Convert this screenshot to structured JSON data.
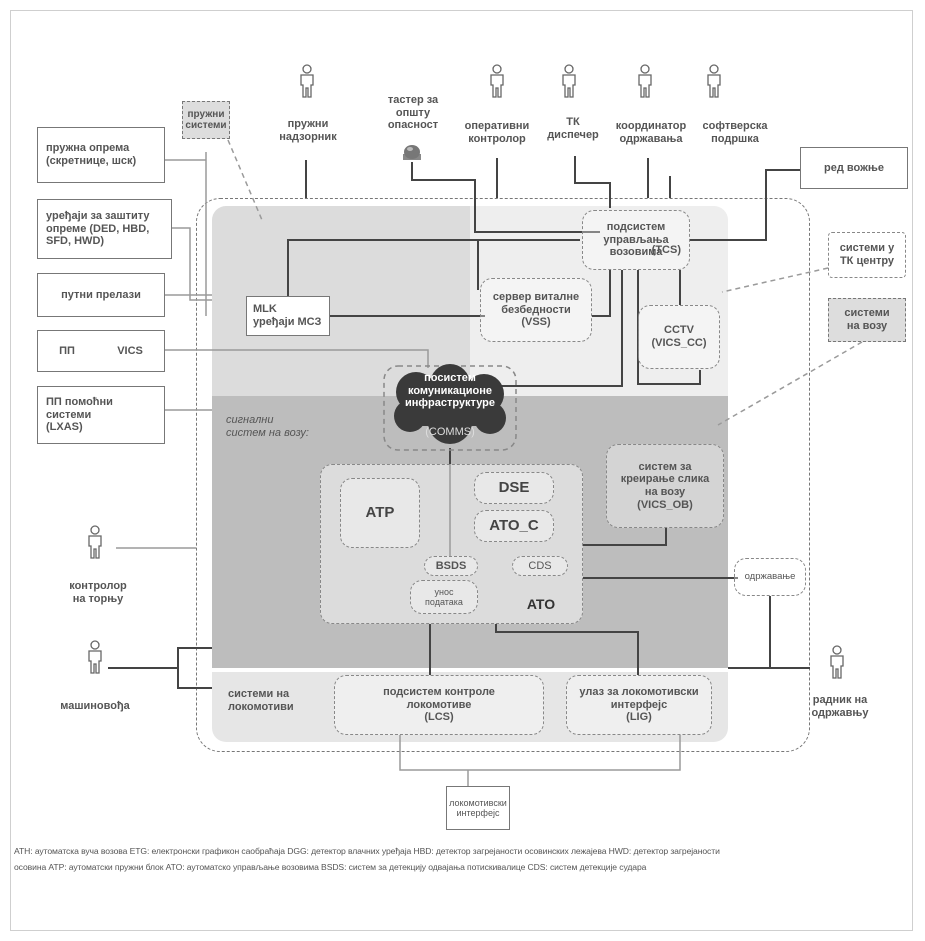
{
  "actors": {
    "signal_supervisor": "пружни\nнадзорник",
    "emergency_button": "тастер за\nопшту\nопасност",
    "operations_controller": "оперативни\nконтролор",
    "tk_dispatcher": "ТК\nдиспечер",
    "maintenance_coordinator": "координатор\nодржавања",
    "software_support": "софтверска\nподршка",
    "tower_controller": "контролор\nна торњу",
    "driver": "машиновођа",
    "maintenance_worker": "радник на\nодржавњу"
  },
  "external": {
    "wayside_systems": "пружни\nсистеми",
    "track_equipment": "пружна опрема\n(скретнице, шск)",
    "protection_devices": "уређаји за заштиту\nопреме (DED, HBD,\nSFD, HWD)",
    "level_crossings": "путни прелази",
    "pp": "ПП",
    "vics": "VICS",
    "pp_aux": "ПП помоћни\nсистеми\n(LXAS)",
    "timetable": "ред вожње",
    "tk_center_systems": "системи у\nТК центру",
    "onboard_systems": "системи\nна возу",
    "loco_interface": "локомотивски\nинтерфејс"
  },
  "components": {
    "mlk_title": "MLK",
    "mlk_sub": "уређаји МСЗ",
    "tcs": "подсистем\nуправљања\nвозовима",
    "tcs_code": "(TCS)",
    "vss": "сервер виталне\nбезбедности\n(VSS)",
    "cctv": "CCTV\n(VICS_CC)",
    "comms": "посистем\nкомуникационе\nинфраструктуре",
    "comms_code": "(COMMS)",
    "onboard_zone_label": "сигнални\nсистем на возу:",
    "atp": "ATP",
    "dse": "DSE",
    "ato_c": "ATO_C",
    "bsds": "BSDS",
    "cds": "CDS",
    "data_entry": "унос\nподатака",
    "ato": "ATO",
    "vics_ob": "систем за\nкреирање слика\nна возу\n(VICS_OB)",
    "maintenance": "одржавање",
    "loco_zone_label": "системи на\nлокомотиви",
    "lcs": "подсистем контроле\nлокомотиве\n(LCS)",
    "lig": "улаз за локомотивски\nинтерфејс\n(LIG)"
  },
  "footnote": {
    "line1": "ATH: аутоматска вуча возова ETG: електронски графикон саобраћаја DGG: детектор влачних уређаја HBD: детектор загрејаности осовинских лежајева HWD: детектор загрејаности",
    "line2": "осовина ATP: аутоматски пружни блок ATO: аутоматско управљање возовима BSDS: систем за детекцију одвајања потискивалице CDS: систем детекције судара"
  }
}
